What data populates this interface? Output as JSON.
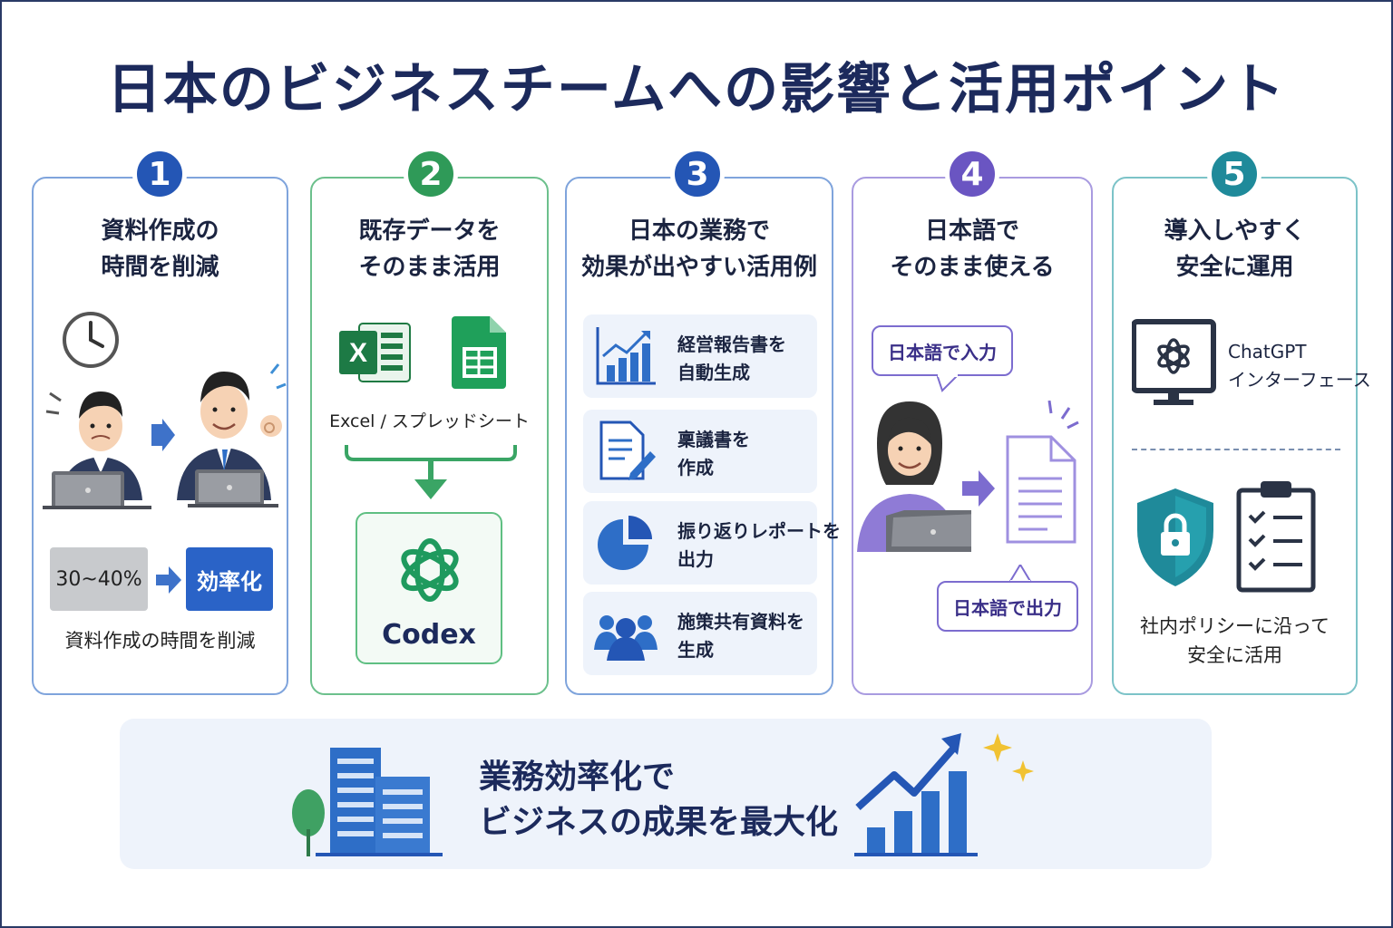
{
  "title": "日本のビジネスチームへの影響と活用ポイント",
  "cards": [
    {
      "number": "1",
      "title_lines": [
        "資料作成の",
        "時間を削減"
      ],
      "before_label": "30~40%",
      "after_label": "効率化",
      "caption": "資料作成の時間を削減",
      "color": "#2456b5"
    },
    {
      "number": "2",
      "title_lines": [
        "既存データを",
        "そのまま活用"
      ],
      "tools_label": "Excel / スプレッドシート",
      "excel_letter": "X",
      "result_label": "Codex",
      "color": "#2f9a58"
    },
    {
      "number": "3",
      "title_lines": [
        "日本の業務で",
        "効果が出やすい活用例"
      ],
      "use_cases": [
        {
          "lines": [
            "経営報告書を",
            "自動生成"
          ],
          "icon": "bar-chart-icon"
        },
        {
          "lines": [
            "稟議書を",
            "作成"
          ],
          "icon": "document-pen-icon"
        },
        {
          "lines": [
            "振り返りレポートを",
            "出力"
          ],
          "icon": "pie-chart-icon"
        },
        {
          "lines": [
            "施策共有資料を",
            "生成"
          ],
          "icon": "team-icon"
        }
      ],
      "color": "#2456b5"
    },
    {
      "number": "4",
      "title_lines": [
        "日本語で",
        "そのまま使える"
      ],
      "input_label": "日本語で入力",
      "output_label": "日本語で出力",
      "color": "#6a55c2"
    },
    {
      "number": "5",
      "title_lines": [
        "導入しやすく",
        "安全に運用"
      ],
      "interface_lines": [
        "ChatGPT",
        "インターフェース"
      ],
      "caption_lines": [
        "社内ポリシーに沿って",
        "安全に活用"
      ],
      "color": "#1f8a9a"
    }
  ],
  "banner": {
    "lines": [
      "業務効率化で",
      "ビジネスの成果を最大化"
    ]
  }
}
